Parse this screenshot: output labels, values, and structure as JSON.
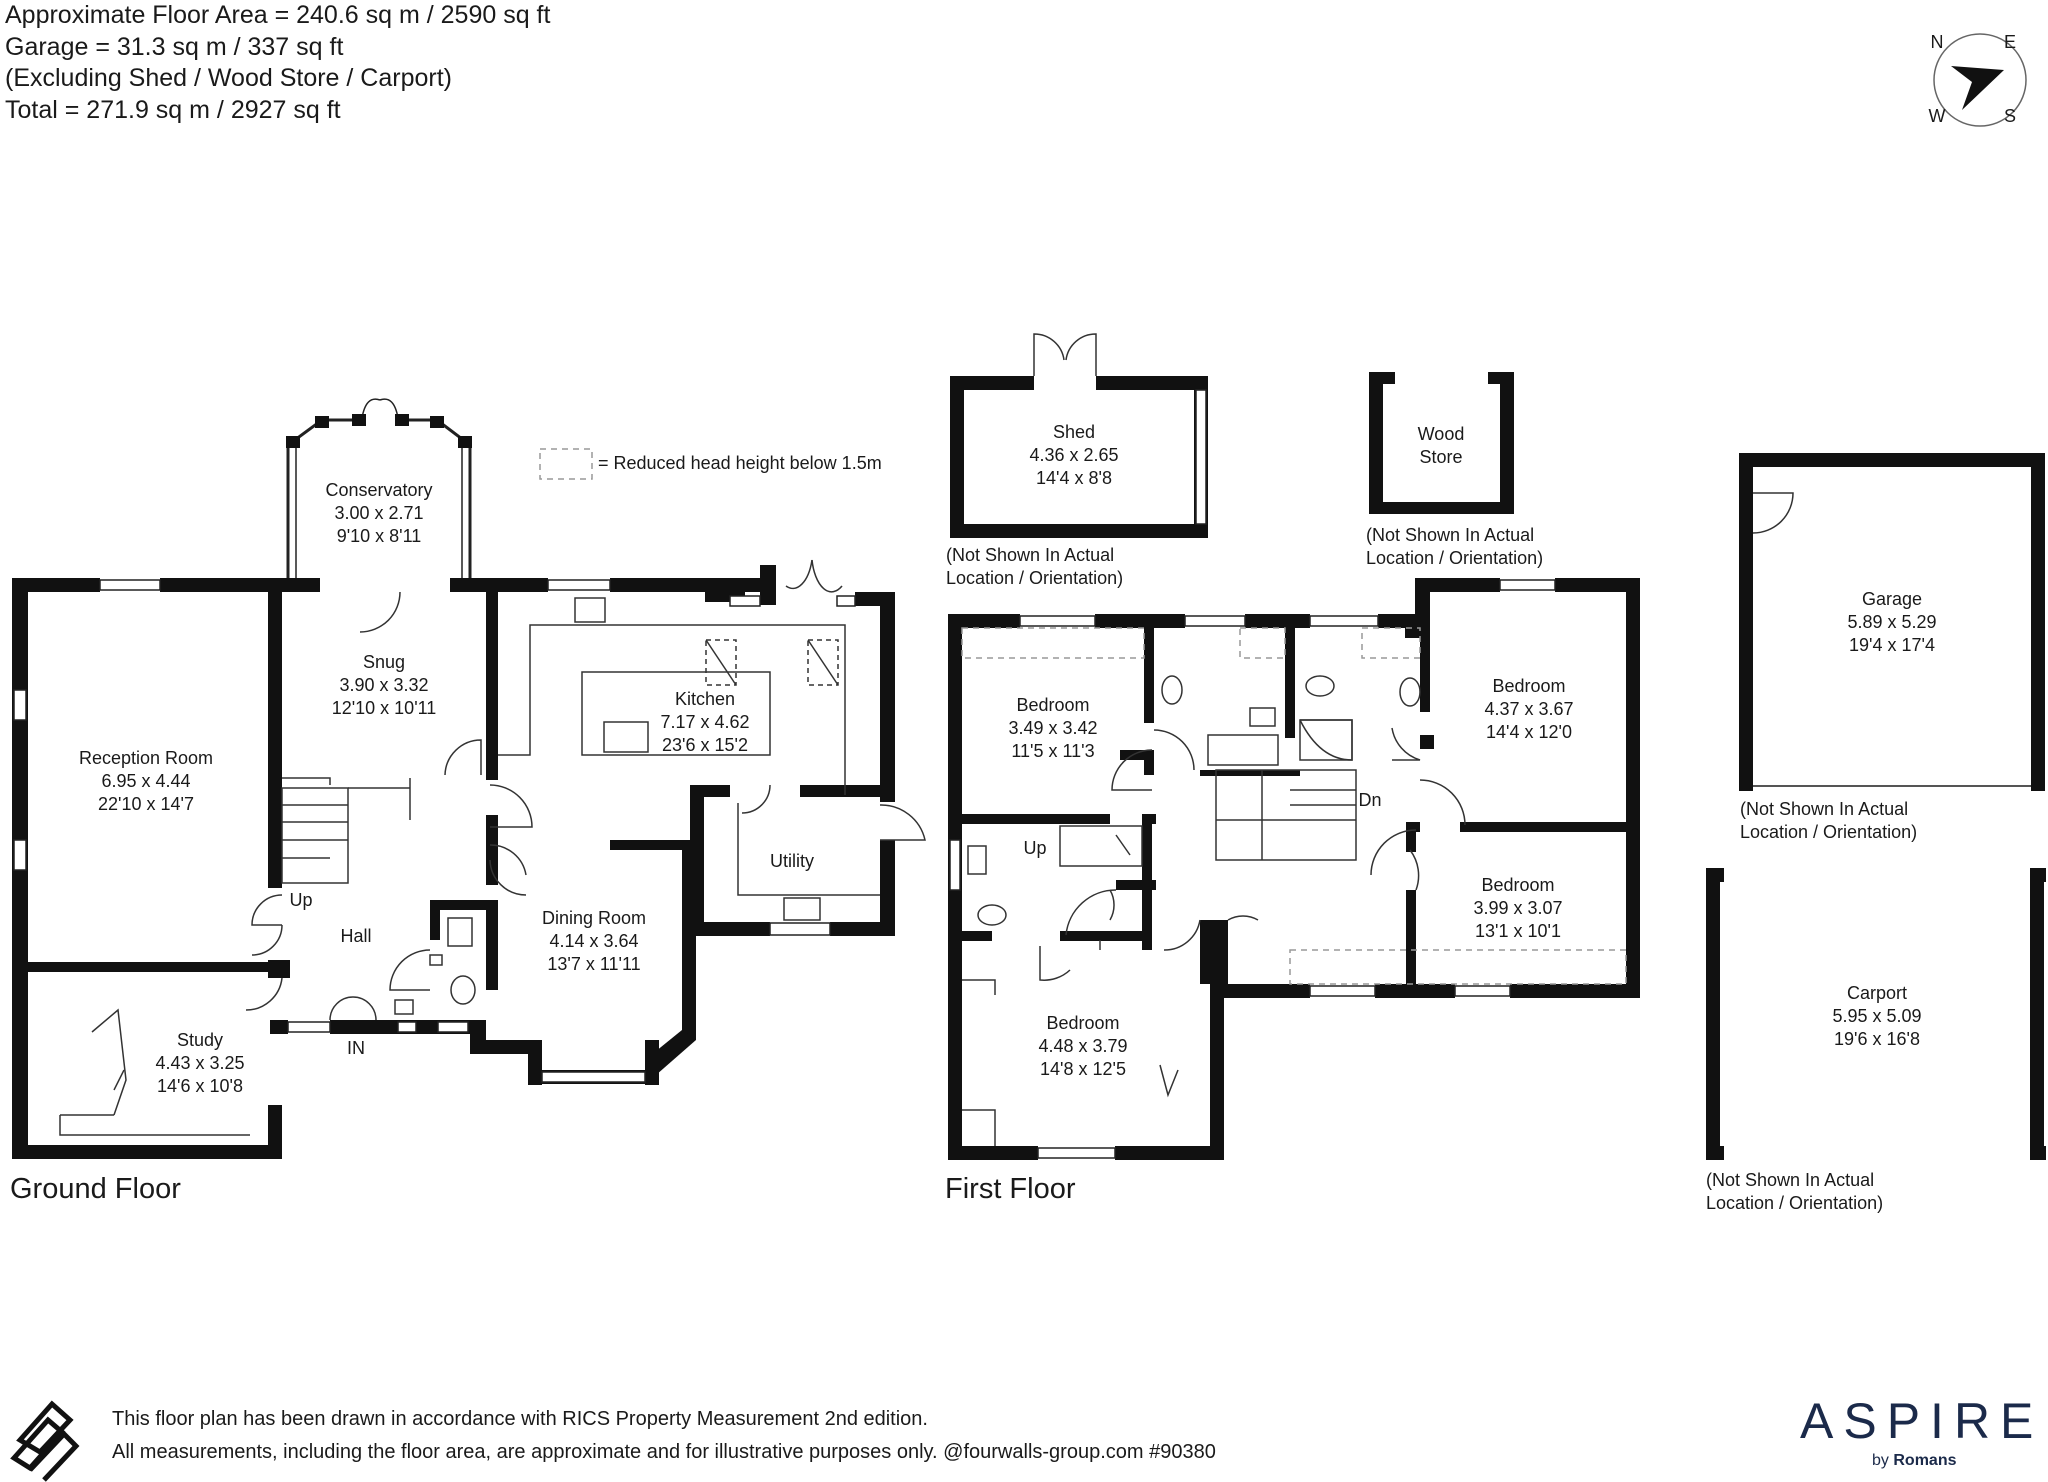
{
  "header": {
    "floor_area": "Approximate Floor Area = 240.6 sq m / 2590 sq ft",
    "garage": "Garage = 31.3 sq m / 337 sq ft",
    "excluding": "(Excluding Shed / Wood Store / Carport)",
    "total": "Total = 271.9 sq m / 2927 sq ft"
  },
  "legend": {
    "reduced_head_height": "= Reduced head height below 1.5m"
  },
  "compass": {
    "n": "N",
    "e": "E",
    "s": "S",
    "w": "W"
  },
  "floors": {
    "ground": "Ground Floor",
    "first": "First Floor"
  },
  "rooms": {
    "conservatory": {
      "name": "Conservatory",
      "metric": "3.00 x 2.71",
      "imperial": "9'10 x 8'11"
    },
    "reception": {
      "name": "Reception Room",
      "metric": "6.95 x 4.44",
      "imperial": "22'10 x 14'7"
    },
    "snug": {
      "name": "Snug",
      "metric": "3.90 x 3.32",
      "imperial": "12'10 x 10'11"
    },
    "kitchen": {
      "name": "Kitchen",
      "metric": "7.17 x 4.62",
      "imperial": "23'6 x 15'2"
    },
    "utility": {
      "name": "Utility"
    },
    "hall": {
      "name": "Hall"
    },
    "dining": {
      "name": "Dining Room",
      "metric": "4.14 x 3.64",
      "imperial": "13'7 x 11'11"
    },
    "study": {
      "name": "Study",
      "metric": "4.43 x 3.25",
      "imperial": "14'6 x 10'8"
    },
    "shed": {
      "name": "Shed",
      "metric": "4.36 x 2.65",
      "imperial": "14'4 x 8'8"
    },
    "wood_store": {
      "line1": "Wood",
      "line2": "Store"
    },
    "bedroom1": {
      "name": "Bedroom",
      "metric": "3.49 x 3.42",
      "imperial": "11'5 x 11'3"
    },
    "bedroom2": {
      "name": "Bedroom",
      "metric": "4.37 x 3.67",
      "imperial": "14'4 x 12'0"
    },
    "bedroom3": {
      "name": "Bedroom",
      "metric": "3.99 x 3.07",
      "imperial": "13'1 x 10'1"
    },
    "bedroom4": {
      "name": "Bedroom",
      "metric": "4.48 x 3.79",
      "imperial": "14'8 x 12'5"
    },
    "garage": {
      "name": "Garage",
      "metric": "5.89 x 5.29",
      "imperial": "19'4 x 17'4"
    },
    "carport": {
      "name": "Carport",
      "metric": "5.95 x 5.09",
      "imperial": "19'6 x 16'8"
    }
  },
  "labels": {
    "up": "Up",
    "in": "IN",
    "up_first": "Up",
    "dn": "Dn"
  },
  "notes": {
    "not_shown_line1": "(Not Shown In Actual",
    "not_shown_line2": "Location / Orientation)"
  },
  "footer": {
    "line1": "This floor plan has been drawn in accordance with RICS Property Measurement 2nd edition.",
    "line2": "All measurements, including the floor area, are approximate and for illustrative purposes only. @fourwalls-group.com #90380"
  },
  "brand": {
    "name": "ASPIRE",
    "by": "by",
    "company": "Romans",
    "color": "#1b2a4a"
  },
  "colors": {
    "wall": "#111111",
    "dashed": "#999999"
  }
}
